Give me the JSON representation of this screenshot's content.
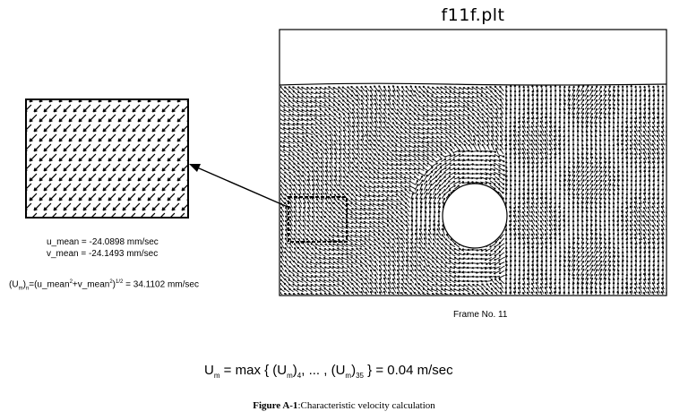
{
  "plot_title": "f11f.plt",
  "u_mean_text": "u_mean = -24.0898 mm/sec",
  "v_mean_text": "v_mean = -24.1493 mm/sec",
  "formula": {
    "u": "(U",
    "m_sub": "m",
    "n_sub": ")",
    "n_sub2": "n",
    "mid": "=(u_mean",
    "sq1": "2",
    "plus": "+v_mean",
    "sq2": "2",
    "close": ")",
    "half": "1/2",
    "result": " = 34.1102 mm/sec"
  },
  "frame_label": "Frame No. 11",
  "max_line": {
    "prefix": "U",
    "m": "m",
    "mid": " = max { (U",
    "m2": "m",
    "close1": ")",
    "sub4": "4",
    "dots": ", ... , (U",
    "m3": "m",
    "close2": ")",
    "sub35": "35",
    "result": " } = 0.04 m/sec"
  },
  "caption": {
    "label": "Figure A-1",
    "text": ":Characteristic velocity calculation"
  }
}
